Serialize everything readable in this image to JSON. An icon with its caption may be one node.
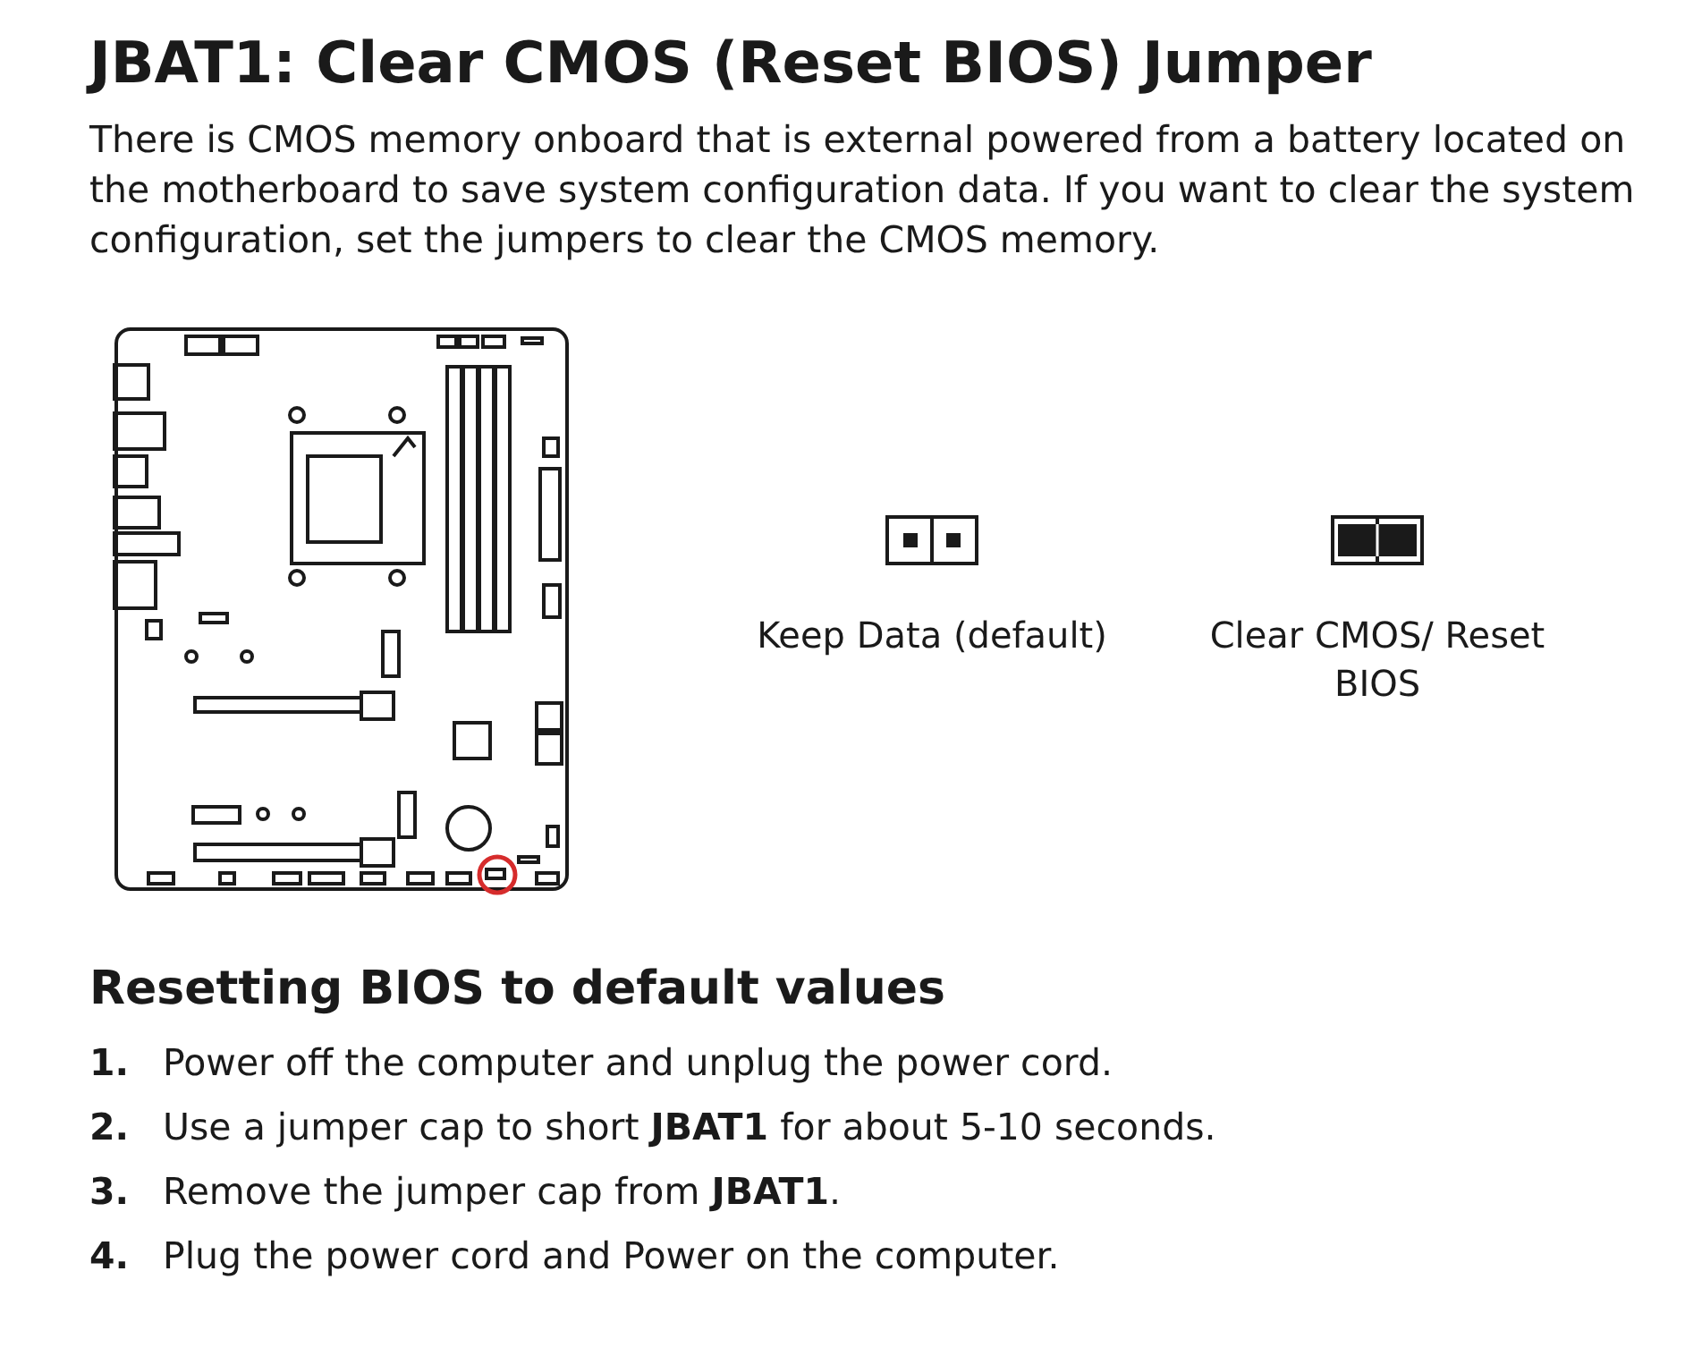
{
  "diagram": {
    "title": "JBAT1: Clear CMOS (Reset BIOS) Jumper",
    "nodes": [
      {
        "text": [
          "Keep Data (default)"
        ]
      },
      {
        "text": [
          "Clear CMOS/ Reset BIOS"
        ]
      }
    ],
    "labels": [
      "There is CMOS memory onboard that is external powered from a battery located on the motherboard to save system configuration data. If you want to clear the system configuration, set the jumpers to clear the CMOS memory.",
      "Resetting BIOS to default values",
      "1.",
      "Power off the computer and unplug the power cord.",
      "2.",
      "Use a jumper cap to short **JBAT1** for about 5-10 seconds.",
      "3.",
      "Remove the jumper cap from **JBAT1**.",
      "4.",
      "Plug the power cord and Power on the computer."
    ]
  }
}
